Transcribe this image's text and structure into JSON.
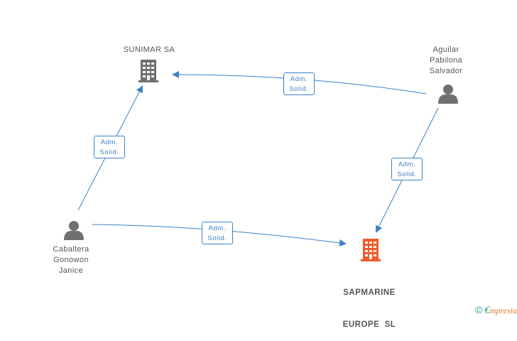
{
  "nodes": {
    "sunimar": {
      "name": "SUNIMAR SA",
      "kind": "company",
      "icon": "building-icon"
    },
    "aguilar": {
      "name_lines": [
        "Aguilar",
        "Pabilona",
        "Salvador"
      ],
      "kind": "person",
      "icon": "person-icon"
    },
    "cabaltera": {
      "name_lines": [
        "Cabaltera",
        "Gonowon",
        "Janice"
      ],
      "kind": "person",
      "icon": "person-icon"
    },
    "sapmarine": {
      "name_lines": [
        "SAPMARINE",
        "EUROPE  SL"
      ],
      "kind": "company",
      "icon": "building-icon",
      "highlight": true
    }
  },
  "edges": [
    {
      "from": "aguilar",
      "to": "sunimar",
      "label_lines": [
        "Adm.",
        "Solid."
      ]
    },
    {
      "from": "aguilar",
      "to": "sapmarine",
      "label_lines": [
        "Adm.",
        "Solid."
      ]
    },
    {
      "from": "cabaltera",
      "to": "sunimar",
      "label_lines": [
        "Adm.",
        "Solid."
      ]
    },
    {
      "from": "cabaltera",
      "to": "sapmarine",
      "label_lines": [
        "Adm.",
        "Solid."
      ]
    }
  ],
  "colors": {
    "edge": "#3b82c4",
    "company": "#707070",
    "target_company": "#f05a28",
    "person": "#707070"
  },
  "watermark": {
    "symbol": "©",
    "brand_initial": "€",
    "brand_rest": "mpresia"
  }
}
